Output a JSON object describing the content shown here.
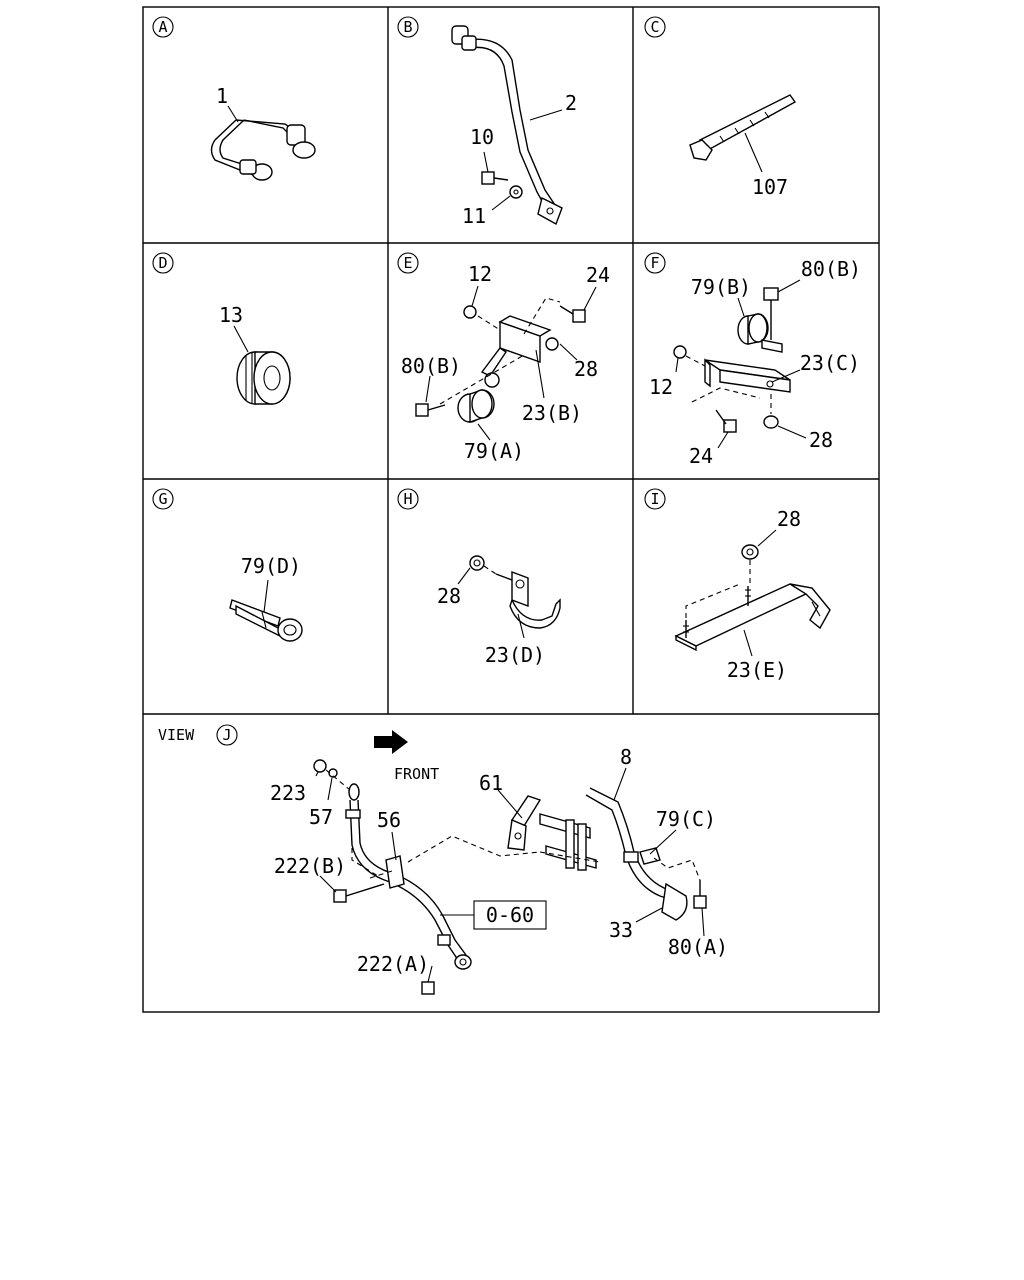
{
  "panels": [
    {
      "letter": "A",
      "parts": [
        "1"
      ]
    },
    {
      "letter": "B",
      "parts": [
        "2",
        "10",
        "11"
      ]
    },
    {
      "letter": "C",
      "parts": [
        "107"
      ]
    },
    {
      "letter": "D",
      "parts": [
        "13"
      ]
    },
    {
      "letter": "E",
      "parts": [
        "12",
        "24",
        "28",
        "80(B)",
        "23(B)",
        "79(A)"
      ]
    },
    {
      "letter": "F",
      "parts": [
        "79(B)",
        "80(B)",
        "12",
        "23(C)",
        "24",
        "28"
      ]
    },
    {
      "letter": "G",
      "parts": [
        "79(D)"
      ]
    },
    {
      "letter": "H",
      "parts": [
        "28",
        "23(D)"
      ]
    },
    {
      "letter": "I",
      "parts": [
        "28",
        "23(E)"
      ]
    }
  ],
  "view": {
    "prefix": "VIEW",
    "letter": "J",
    "front_label": "FRONT",
    "ref_box": "0-60",
    "parts": [
      "223",
      "57",
      "56",
      "222(B)",
      "222(A)",
      "61",
      "8",
      "79(C)",
      "33",
      "80(A)"
    ]
  }
}
